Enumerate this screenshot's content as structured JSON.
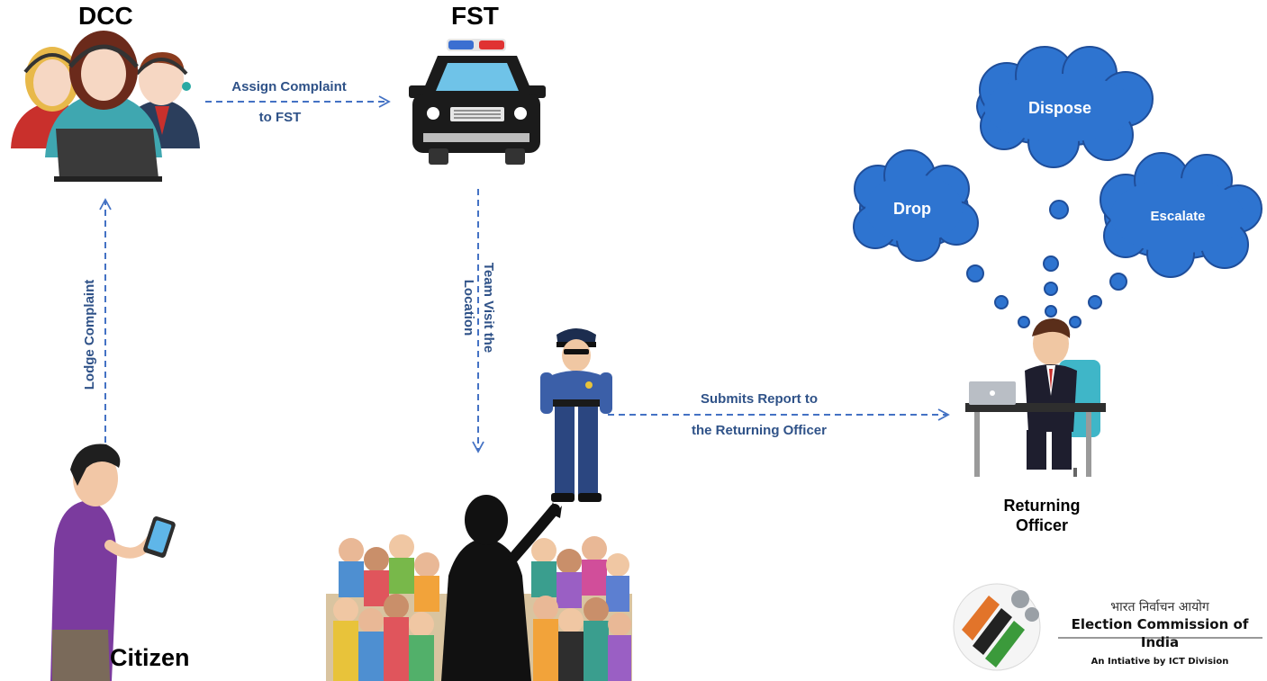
{
  "nodes": {
    "dcc": "DCC",
    "fst": "FST",
    "citizen": "Citizen",
    "returning_officer_line1": "Returning",
    "returning_officer_line2": "Officer"
  },
  "edges": {
    "assign_line1": "Assign  Complaint",
    "assign_line2": "to FST",
    "lodge": "Lodge Complaint",
    "visit_line1": "Team Visit the",
    "visit_line2": "Location",
    "submit_line1": "Submits Report to",
    "submit_line2": "the Returning Officer"
  },
  "options": {
    "dispose": "Dispose",
    "drop": "Drop",
    "escalate": "Escalate"
  },
  "logo": {
    "hindi": "भारत निर्वाचन आयोग",
    "name": "Election Commission of India",
    "tagline": "An Intiative by ICT Division"
  },
  "colors": {
    "arrow": "#4472c4",
    "edge_text": "#2f5288",
    "cloud": "#2e74d0",
    "cloud_stroke": "#1f4e9a"
  }
}
